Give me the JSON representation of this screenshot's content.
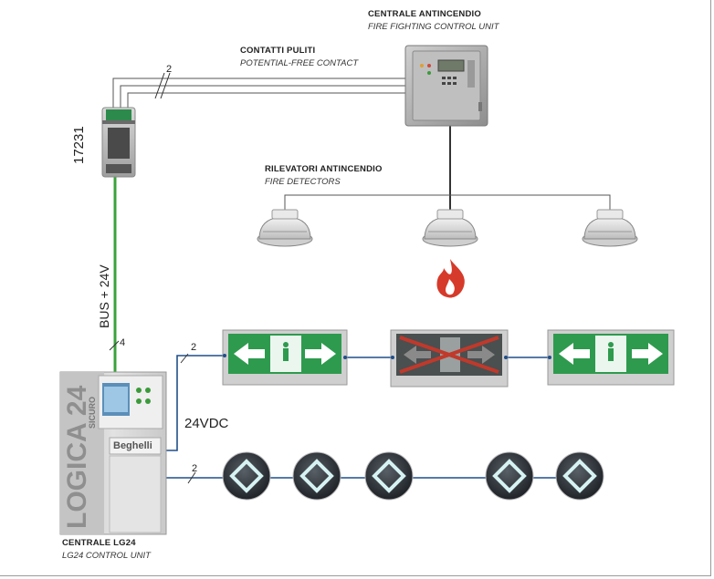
{
  "fire_panel": {
    "title": "CENTRALE ANTINCENDIO",
    "subtitle": "FIRE FIGHTING CONTROL UNIT"
  },
  "contacts": {
    "title": "CONTATTI PULITI",
    "subtitle": "POTENTIAL-FREE CONTACT"
  },
  "detectors": {
    "title": "RILEVATORI ANTINCENDIO",
    "subtitle": "FIRE DETECTORS"
  },
  "module": {
    "code": "17231"
  },
  "bus": {
    "label": "BUS + 24V"
  },
  "voltage": {
    "label": "24VDC"
  },
  "control_unit": {
    "title": "CENTRALE LG24",
    "subtitle": "LG24 CONTROL UNIT",
    "brand": "Beghelli",
    "model": "LOGICA 24",
    "badge": "SICURO"
  },
  "wire_counts": {
    "contacts": "2",
    "bus": "4",
    "signs": "2",
    "lights": "2"
  },
  "colors": {
    "bus_wire": "#3aa13a",
    "fire": "#d63a2a",
    "sign_green": "#2e9a4e",
    "sign_red": "#c0392b"
  }
}
